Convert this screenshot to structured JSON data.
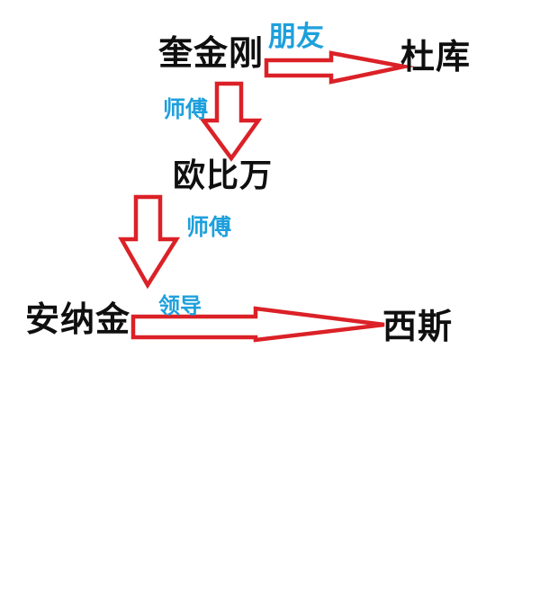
{
  "colors": {
    "arrow_red": "#DB2127",
    "label_blue": "#1EA0DC",
    "node_black": "#0F0F0F",
    "background": "#FFFFFF"
  },
  "diagram": {
    "nodes": [
      {
        "label": "奎金刚"
      },
      {
        "label": "杜库"
      },
      {
        "label": "欧比万"
      },
      {
        "label": "安纳金"
      },
      {
        "label": "西斯"
      }
    ],
    "edges": [
      {
        "from": "奎金刚",
        "to": "杜库",
        "label": "朋友",
        "direction": "right"
      },
      {
        "from": "奎金刚",
        "to": "欧比万",
        "label": "师傅",
        "direction": "down"
      },
      {
        "from": "欧比万",
        "to": "安纳金",
        "label": "师傅",
        "direction": "down"
      },
      {
        "from": "安纳金",
        "to": "西斯",
        "label": "领导",
        "direction": "right"
      }
    ]
  }
}
